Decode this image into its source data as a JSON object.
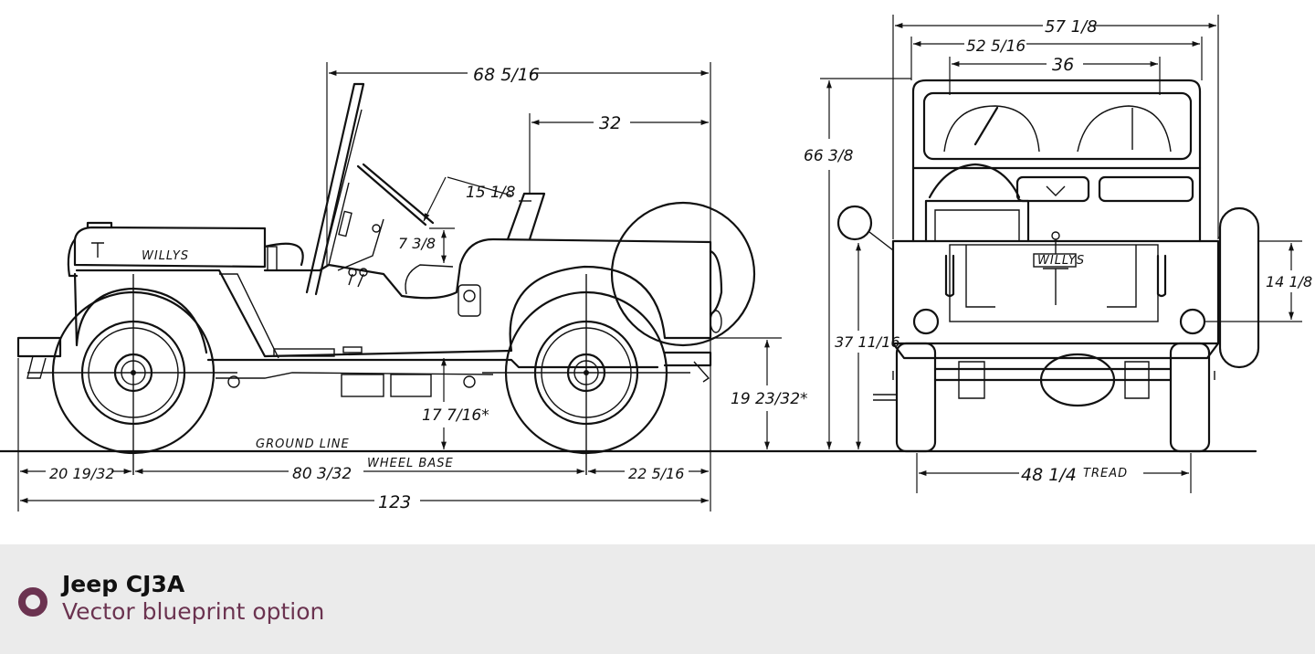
{
  "drawing": {
    "side_view": {
      "overall_top_length": "68 5/16",
      "rear_to_seat": "32",
      "seat_back_slant": "15 1/8",
      "seat_height": "7 3/8",
      "frame_clearance": "19 23/32*",
      "axle_clearance": "17 7/16*",
      "front_overhang": "20 19/32",
      "wheelbase": "80 3/32",
      "rear_overhang": "22 5/16",
      "overall_length": "123",
      "ground_line_label": "GROUND LINE",
      "wheel_base_label": "WHEEL BASE",
      "hood_badge": "WILLYS"
    },
    "rear_view": {
      "overall_width": "57 1/8",
      "body_width": "52 5/16",
      "windshield_width": "36",
      "overall_height": "66 3/8",
      "body_height": "37 11/16",
      "tailgate_height": "14 1/8",
      "tread": "48 1/4",
      "tread_label": "TREAD",
      "tailgate_badge": "WILLYS"
    }
  },
  "caption": {
    "title": "Jeep CJ3A",
    "subtitle": "Vector blueprint option",
    "icon": "radio-circle-icon",
    "accent_color": "#6b3350",
    "background": "#ebebeb"
  }
}
